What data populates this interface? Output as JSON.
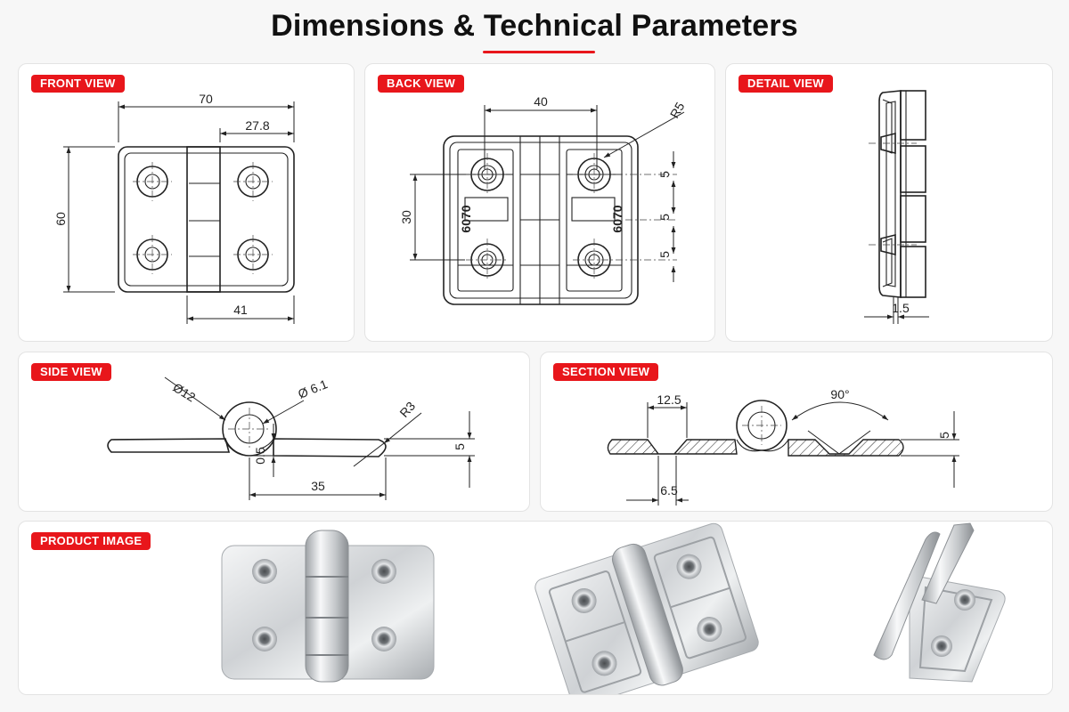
{
  "title": "Dimensions & Technical Parameters",
  "colors": {
    "accent": "#e8161b",
    "line": "#222222",
    "panel_bg": "#ffffff",
    "page_bg": "#f7f7f7"
  },
  "panels": {
    "front": {
      "label": "FRONT VIEW",
      "dims": {
        "width": "70",
        "knuckle_offset": "27.8",
        "height": "60",
        "leaf_width": "41"
      }
    },
    "back": {
      "label": "BACK VIEW",
      "dims": {
        "hole_spacing_x": "40",
        "corner_radius": "R5",
        "hole_spacing_y": "30",
        "marking_left": "6070",
        "marking_right": "6070",
        "thickness_1": "5",
        "thickness_2": "5",
        "thickness_3": "5"
      }
    },
    "detail": {
      "label": "DETAIL VIEW",
      "dims": {
        "thickness": "1.5"
      }
    },
    "side": {
      "label": "SIDE VIEW",
      "dims": {
        "knuckle_diameter": "Ø12",
        "pin_diameter": "Ø 6.1",
        "radius": "R3",
        "leaf_thickness": "5",
        "gap": "0.5",
        "hole_offset": "35"
      }
    },
    "section": {
      "label": "SECTION VIEW",
      "dims": {
        "countersink_diameter": "12.5",
        "countersink_angle": "90°",
        "thickness": "5",
        "hole_diameter": "6.5"
      }
    },
    "product": {
      "label": "PRODUCT IMAGE"
    }
  }
}
